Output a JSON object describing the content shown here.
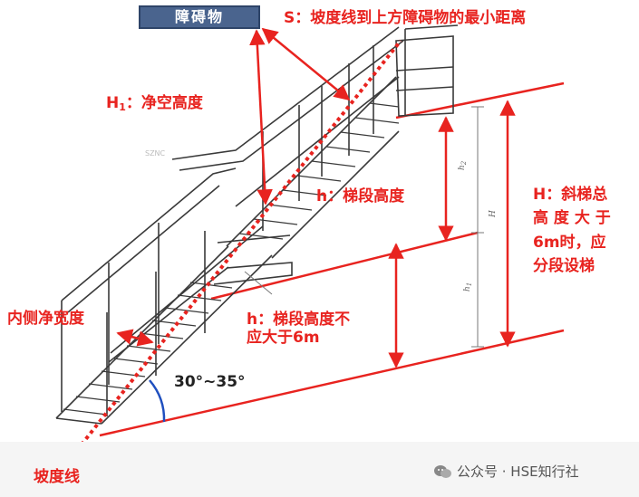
{
  "obstacle_label": "障碍物",
  "labels": {
    "s_label": "S：坡度线到上方障碍物的最小距离",
    "h1_main": "H",
    "h1_sub": "1",
    "h1_rest": "：净空高度",
    "h_flight": "h：梯段高度",
    "h_note_line1": "h：梯段高度不",
    "h_note_line2": "应大于6m",
    "inner_width": "内侧净宽度",
    "total_line1": "H：斜梯总",
    "total_line2": "高 度 大 于",
    "total_line3": "6m时，应",
    "total_line4": "分段设梯",
    "slope_line": "坡度线",
    "angle": "30°~35°"
  },
  "drawing_marks": {
    "h_top": "h",
    "h_top_sub": "2",
    "H_total": "H",
    "h_bottom": "h",
    "h_bottom_sub": "1",
    "stamp": "SZNC"
  },
  "watermark": "公众号 · HSE知行社",
  "colors": {
    "annotation_red": "#e8231f",
    "obstacle_fill": "#4a648e",
    "angle_arc": "#1f4fbf",
    "stair_line": "#3a3a3a"
  }
}
